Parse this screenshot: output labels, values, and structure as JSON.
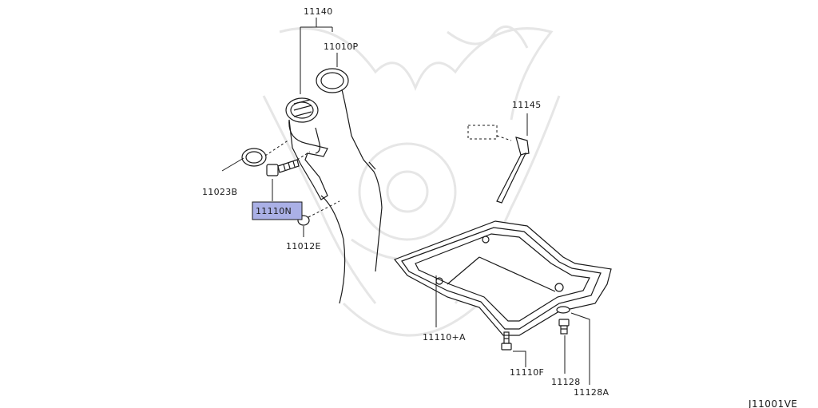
{
  "labels": {
    "p11140": "11140",
    "p11010P": "11010P",
    "p11145": "11145",
    "p11023B": "11023B",
    "p11110N": "11110N",
    "p11012E": "11012E",
    "p11110A": "11110+A",
    "p11110F": "11110F",
    "p11128": "11128",
    "p11128A": "11128A",
    "diagram_code": "J11001VE"
  },
  "highlight_color": "#aab0e6",
  "watermark_icon": "samurai-helmet-logo"
}
